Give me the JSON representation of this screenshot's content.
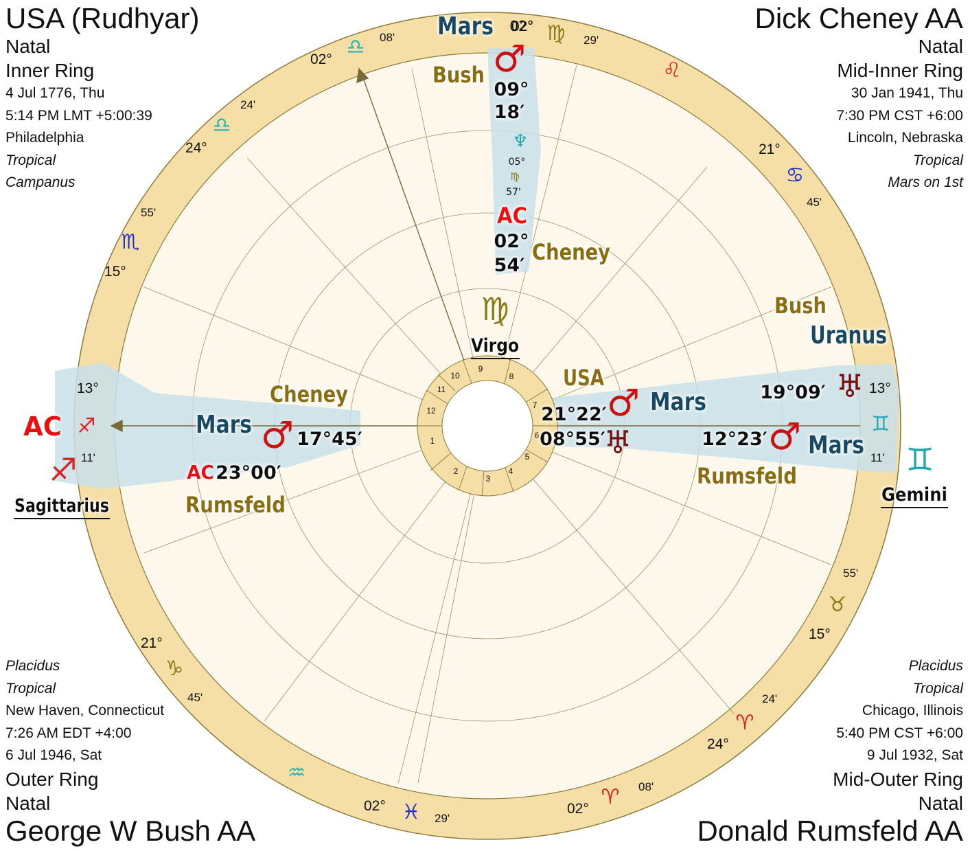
{
  "charts": {
    "top_left": {
      "name": "USA (Rudhyar)",
      "chart_type": "Natal",
      "ring": "Inner Ring",
      "date": "4 Jul 1776, Thu",
      "time": "5:14 PM LMT +5:00:39",
      "place": "Philadelphia",
      "zodiac": "Tropical",
      "houses": "Campanus"
    },
    "top_right": {
      "name": "Dick Cheney AA",
      "chart_type": "Natal",
      "ring": "Mid-Inner Ring",
      "date": "30 Jan 1941, Thu",
      "time": "7:30 PM CST +6:00",
      "place": "Lincoln, Nebraska",
      "zodiac": "Tropical",
      "houses": "Mars on 1st"
    },
    "bottom_left": {
      "houses": "Placidus",
      "zodiac": "Tropical",
      "place": "New Haven, Connecticut",
      "time": "7:26 AM EDT +4:00",
      "date": "6 Jul 1946, Sat",
      "ring": "Outer Ring",
      "chart_type": "Natal",
      "name": "George W Bush AA"
    },
    "bottom_right": {
      "houses": "Placidus",
      "zodiac": "Tropical",
      "place": "Chicago, Illinois",
      "time": "5:40 PM CST +6:00",
      "date": "9 Jul 1932, Sat",
      "ring": "Mid-Outer Ring",
      "chart_type": "Natal",
      "name": "Donald Rumsfeld AA"
    }
  },
  "colors": {
    "outer_band": "#f5dfa6",
    "wheel_fill": "#fdf8eb",
    "highlight": "#c9e0ea",
    "person_label": "#8a6d0b",
    "planet_label": "#164a63",
    "planet_glyph": "#cc1111",
    "uranus_glyph": "#7a1010",
    "ac_red": "#ee1111"
  },
  "ring_labels": {
    "houses": [
      "1",
      "2",
      "3",
      "4",
      "5",
      "6",
      "7",
      "8",
      "9",
      "10",
      "11",
      "12"
    ],
    "cusp_degrees": {
      "c1": "13°",
      "c1m": "11'",
      "c2": "15°",
      "c2m": "55'",
      "c3": "24°",
      "c3m": "24'",
      "c4": "02°",
      "c4m": "08'",
      "c5": "29'",
      "c5d": "02°",
      "c6": "21°",
      "c6m": "45'",
      "c7": "13°",
      "c7m": "11'",
      "c8": "15°",
      "c8m": "55'",
      "c9": "24°",
      "c9m": "24'",
      "c10": "02°",
      "c10m": "08'",
      "c11": "02°",
      "c11m": "29'",
      "c12": "21°",
      "c12m": "45'"
    },
    "signs": {
      "sagittarius": "♐",
      "gemini": "♊",
      "scorpio": "♏",
      "libra": "♎",
      "virgo": "♍",
      "leo": "♌",
      "cancer": "♋",
      "taurus": "♉",
      "aries": "♈",
      "pisces": "♓",
      "aquarius": "♒",
      "capricorn": "♑"
    }
  },
  "annotations": {
    "sign_left": "Sagittarius",
    "sign_right": "Gemini",
    "sign_top": "Virgo",
    "ac": "AC",
    "top_mars": "Mars",
    "top_mars_deg": "02°",
    "bush_top": "Bush",
    "bush_mars_deg": "09°",
    "bush_mars_min": "18′",
    "neptune_deg": "05°",
    "neptune_min": "57'",
    "cheney_ac_deg": "02°",
    "cheney_ac_min": "54′",
    "cheney_top": "Cheney",
    "cheney_left": "Cheney",
    "mars_left": "Mars",
    "mars_left_deg": "17°45′",
    "rumsfeld_ac_deg": "23°00′",
    "rumsfeld_left": "Rumsfeld",
    "usa": "USA",
    "usa_mars_deg": "21°22′",
    "usa_uranus_deg": "08°55′",
    "mars_usa": "Mars",
    "bush_right": "Bush",
    "uranus_right": "Uranus",
    "uranus_right_deg": "19°09′",
    "rumsfeld_mars_deg": "12°23′",
    "mars_right": "Mars",
    "rumsfeld_right": "Rumsfeld"
  }
}
